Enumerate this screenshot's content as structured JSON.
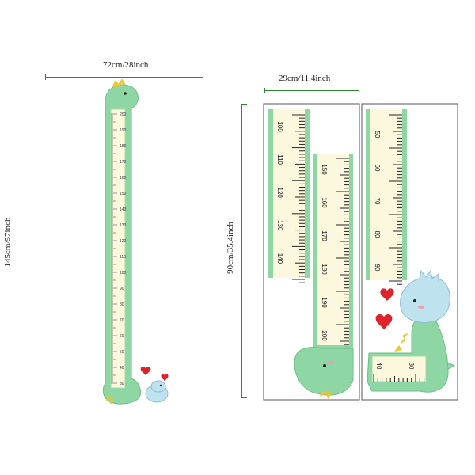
{
  "dimensions": {
    "full_width": "72cm/28inch",
    "full_height": "145cm/57inch",
    "sheet_width": "29cm/11.4inch",
    "sheet_height": "90cm/35.4inch"
  },
  "colors": {
    "guide_line": "#2e8b2e",
    "dino_green": "#8fd6a5",
    "dino_dark": "#4fae6b",
    "ruler_fill": "#fbf8dd",
    "ruler_edge": "#a8dba8",
    "spike_yellow": "#f2c32b",
    "baby_blue": "#bfe3ee",
    "heart_red": "#e0222b"
  },
  "full_ruler": {
    "labels": [
      "200",
      "190",
      "180",
      "170",
      "160",
      "150",
      "140",
      "130",
      "120",
      "110",
      "100",
      "90",
      "80",
      "70",
      "60",
      "50",
      "40",
      "30"
    ]
  },
  "sheet_a": {
    "strip1_labels": [
      "100",
      "110",
      "120",
      "130",
      "140"
    ],
    "strip2_labels": [
      "150",
      "160",
      "170",
      "180",
      "190",
      "200"
    ]
  },
  "sheet_b": {
    "strip_labels": [
      "50",
      "60",
      "70",
      "80",
      "90"
    ],
    "base_labels": [
      "30",
      "40"
    ]
  },
  "icons": [
    "dinosaur-icon",
    "baby-dinosaur-icon",
    "heart-icon"
  ]
}
